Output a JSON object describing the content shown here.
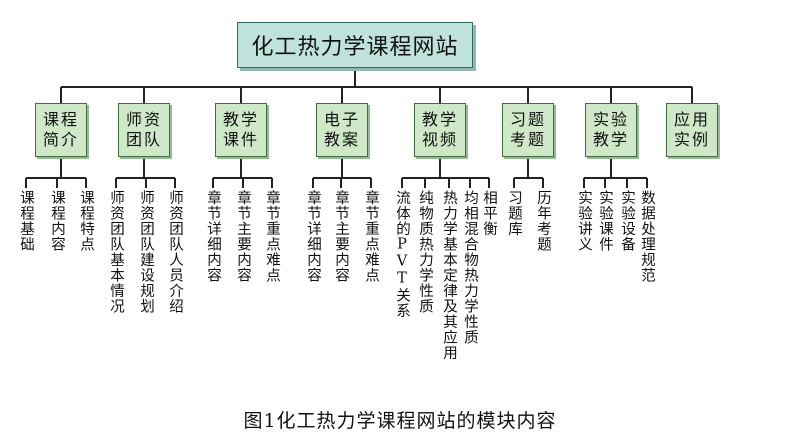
{
  "title": "化工热力学课程网站",
  "caption": "图1化工热力学课程网站的模块内容",
  "modules": [
    {
      "label": [
        "课程",
        "简介"
      ],
      "items": [
        "课程基础",
        "课程内容",
        "课程特点"
      ]
    },
    {
      "label": [
        "师资",
        "团队"
      ],
      "items": [
        "师资团队基本情况",
        "师资团队建设规划",
        "师资团队人员介绍"
      ]
    },
    {
      "label": [
        "教学",
        "课件"
      ],
      "items": [
        "章节详细内容",
        "章节主要内容",
        "章节重点难点"
      ]
    },
    {
      "label": [
        "电子",
        "教案"
      ],
      "items": [
        "章节详细内容",
        "章节主要内容",
        "章节重点难点"
      ]
    },
    {
      "label": [
        "教学",
        "视频"
      ],
      "items": [
        "流体的PVT关系",
        "纯物质热力学性质",
        "热力学基本定律及其应用",
        "均相混合物热力学性质",
        "相平衡"
      ]
    },
    {
      "label": [
        "习题",
        "考题"
      ],
      "items": [
        "习题库",
        "历年考题"
      ]
    },
    {
      "label": [
        "实验",
        "教学"
      ],
      "items": [
        "实验讲义",
        "实验课件",
        "实验设备",
        "数据处理规范"
      ]
    },
    {
      "label": [
        "应用",
        "实例"
      ],
      "items": []
    }
  ]
}
